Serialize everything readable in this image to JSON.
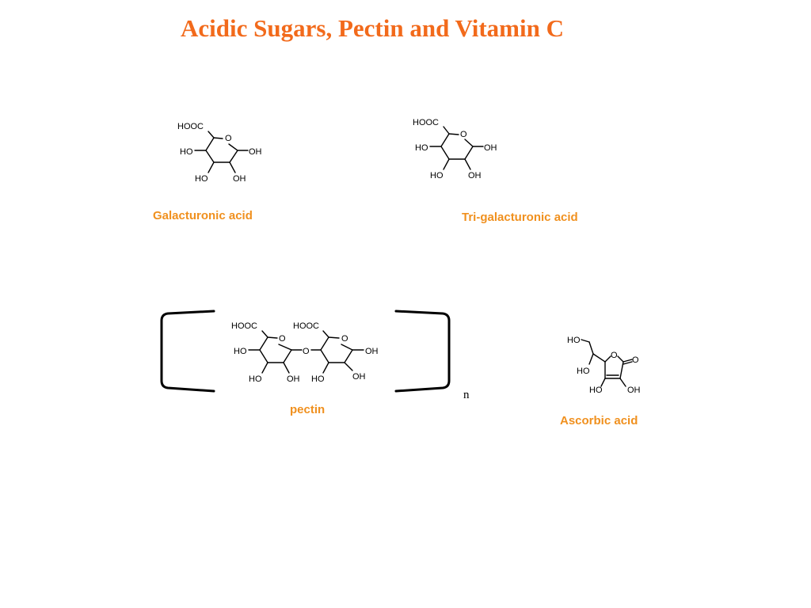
{
  "title": "Acidic Sugars, Pectin and Vitamin C",
  "accent_colors": {
    "title": "#f26a1b",
    "captions": "#f0901e"
  },
  "molecules": {
    "galacturonic": {
      "caption": "Galacturonic acid",
      "labels": {
        "carboxyl": "HOOC",
        "ring_o": "O",
        "oh_right": "OH",
        "ho_left": "HO",
        "ho_bottom": "HO",
        "oh_bottom": "OH"
      }
    },
    "trigalacturonic": {
      "caption": "Tri-galacturonic acid",
      "labels": {
        "carboxyl": "HOOC",
        "ring_o": "O",
        "oh_right": "OH",
        "ho_left": "HO",
        "ho_bottom": "HO",
        "oh_bottom": "OH"
      }
    },
    "pectin": {
      "caption": "pectin",
      "repeat": "n",
      "labels": {
        "carboxyl_1": "HOOC",
        "ring_o_1": "O",
        "ho_left_1": "HO",
        "ho_bottom_1": "HO",
        "oh_bottom_1": "OH",
        "bridge_o": "O",
        "carboxyl_2": "HOOC",
        "ring_o_2": "O",
        "oh_right_2": "OH",
        "ho_bottom_2": "HO",
        "oh_bottom_2": "OH"
      }
    },
    "ascorbic": {
      "caption": "Ascorbic acid",
      "labels": {
        "ho_top": "HO",
        "ho_side": "HO",
        "ring_o": "O",
        "carbonyl_o": "O",
        "ho_bottom": "HO",
        "oh_bottom": "OH"
      }
    }
  }
}
